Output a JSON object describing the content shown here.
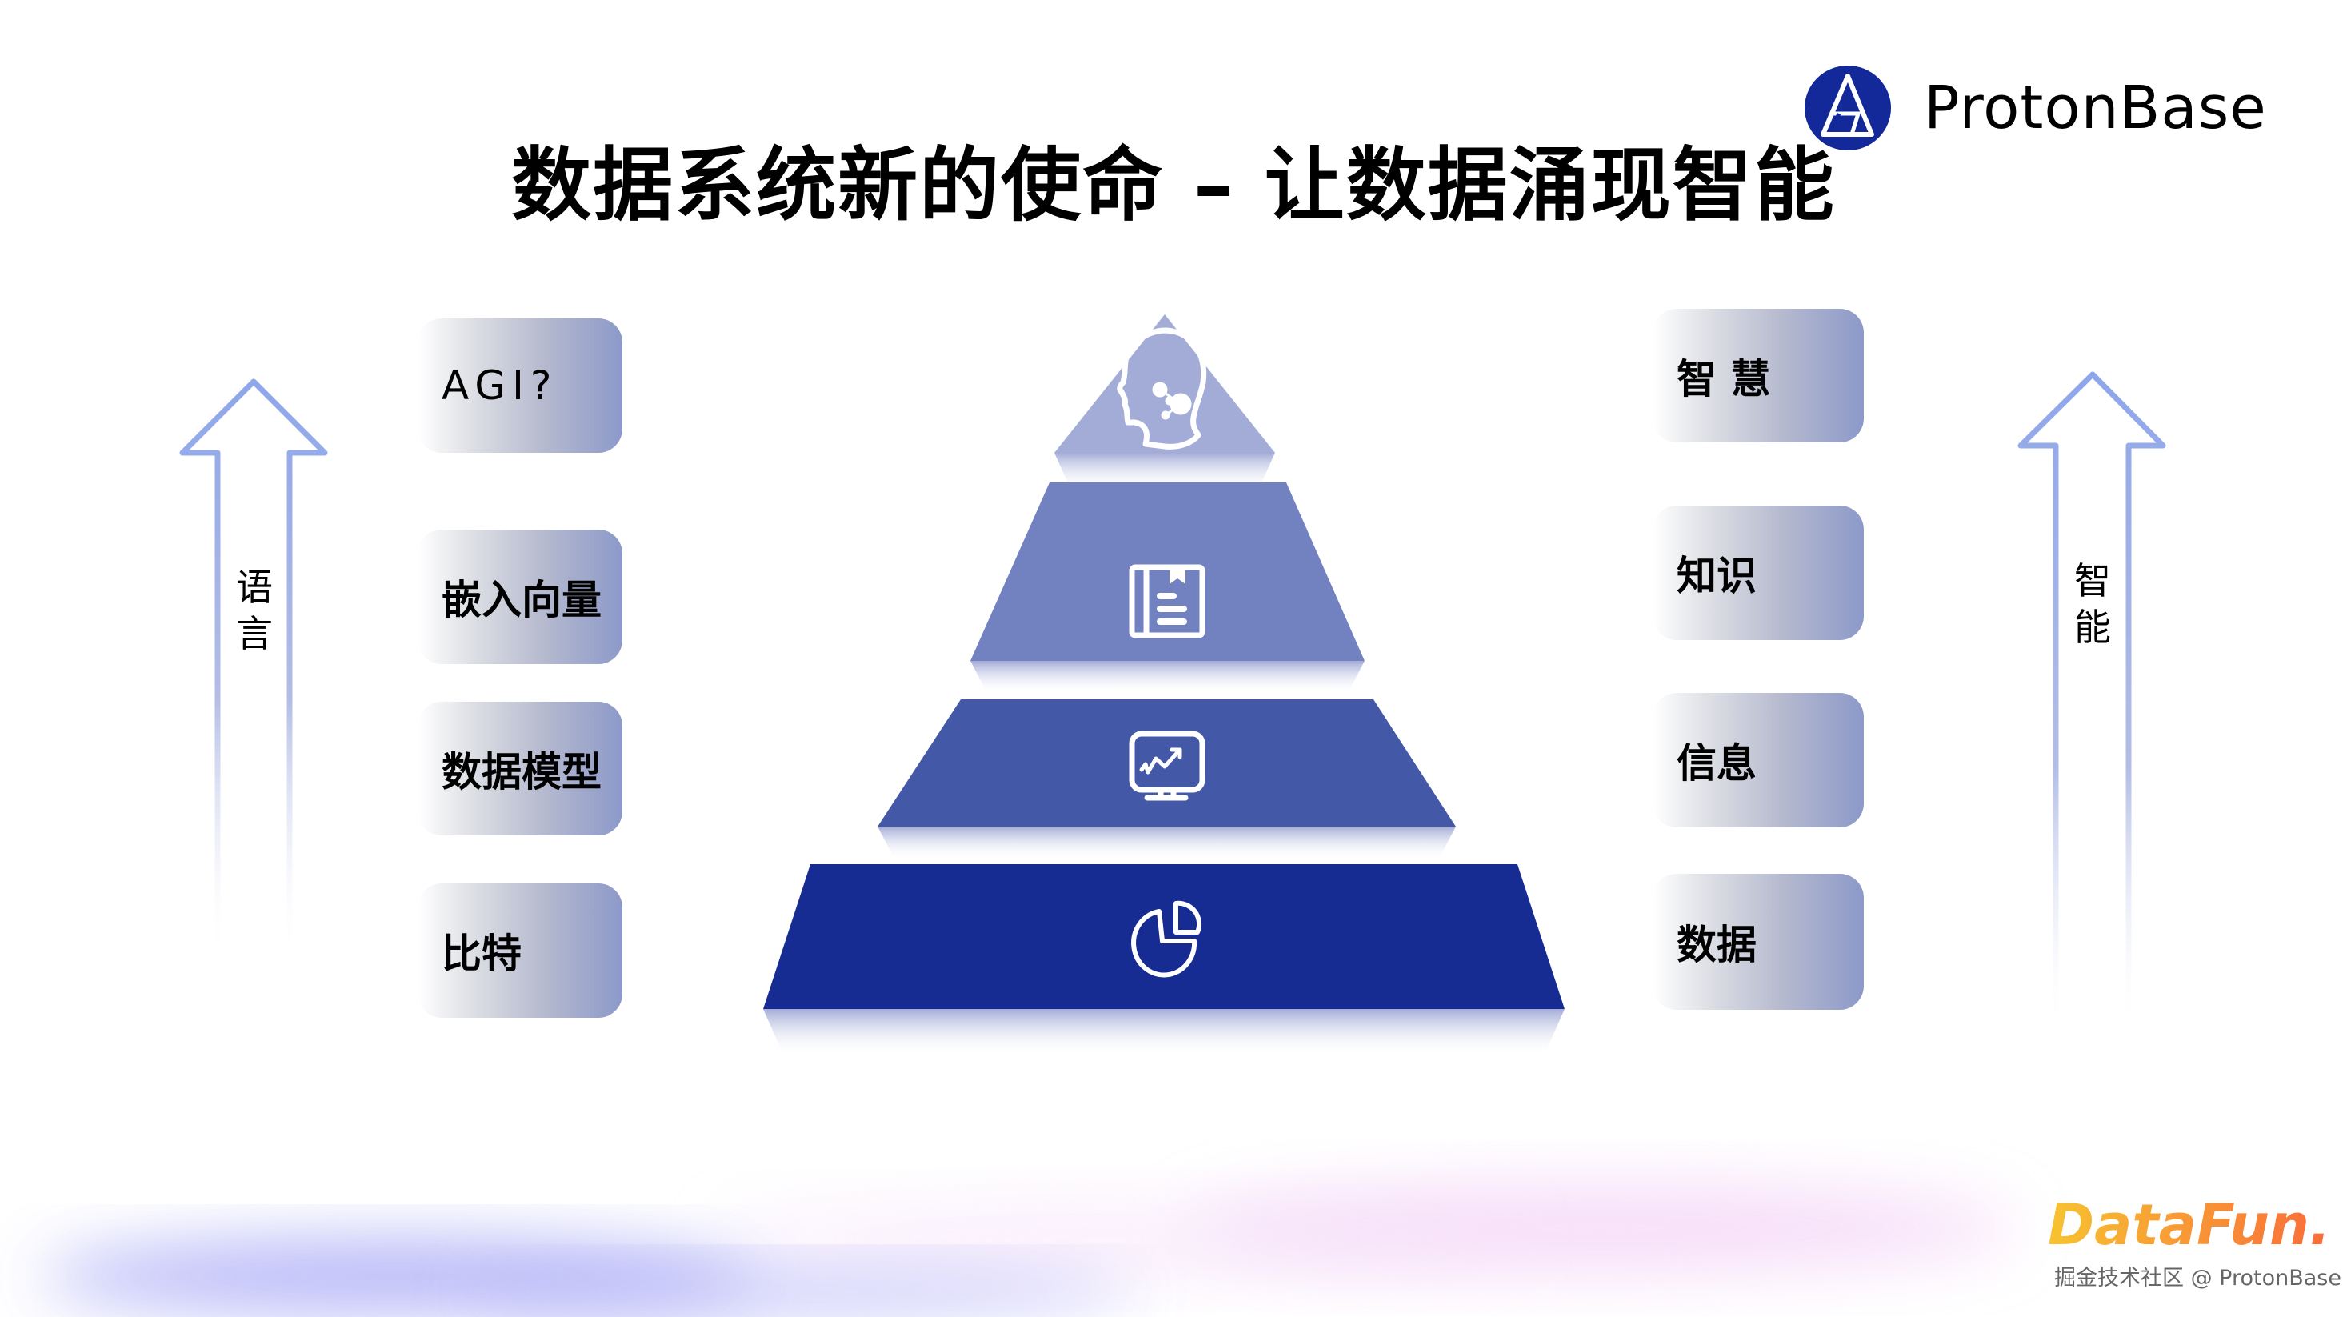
{
  "slide": {
    "title": "数据系统新的使命 – 让数据涌现智能"
  },
  "brand": {
    "logo_icon": "protonbase-triangle-logo",
    "name": "ProtonBase",
    "logo_color": "#13299a"
  },
  "left_column": {
    "arrow_label_chars": [
      "语",
      "言"
    ],
    "arrow_color": "#8ea6ea",
    "boxes": [
      {
        "label": "AGI?"
      },
      {
        "label": "嵌入向量"
      },
      {
        "label": "数据模型"
      },
      {
        "label": "比特"
      }
    ]
  },
  "pyramid": {
    "tiers": [
      {
        "name": "wisdom",
        "icon": "brain-head-icon",
        "color": "#a3acd6"
      },
      {
        "name": "knowledge",
        "icon": "book-icon",
        "color": "#7281bf"
      },
      {
        "name": "information",
        "icon": "monitor-chart-icon",
        "color": "#4458a8"
      },
      {
        "name": "data",
        "icon": "pie-chart-icon",
        "color": "#162c93"
      }
    ]
  },
  "right_column": {
    "arrow_label_chars": [
      "智",
      "能"
    ],
    "arrow_color": "#8ea6ea",
    "boxes": [
      {
        "label": "智 慧"
      },
      {
        "label": "知识"
      },
      {
        "label": "信息"
      },
      {
        "label": "数据"
      }
    ]
  },
  "footer": {
    "datafun_logo": "DataFun.",
    "watermark": "掘金技术社区 @ ProtonBase"
  }
}
